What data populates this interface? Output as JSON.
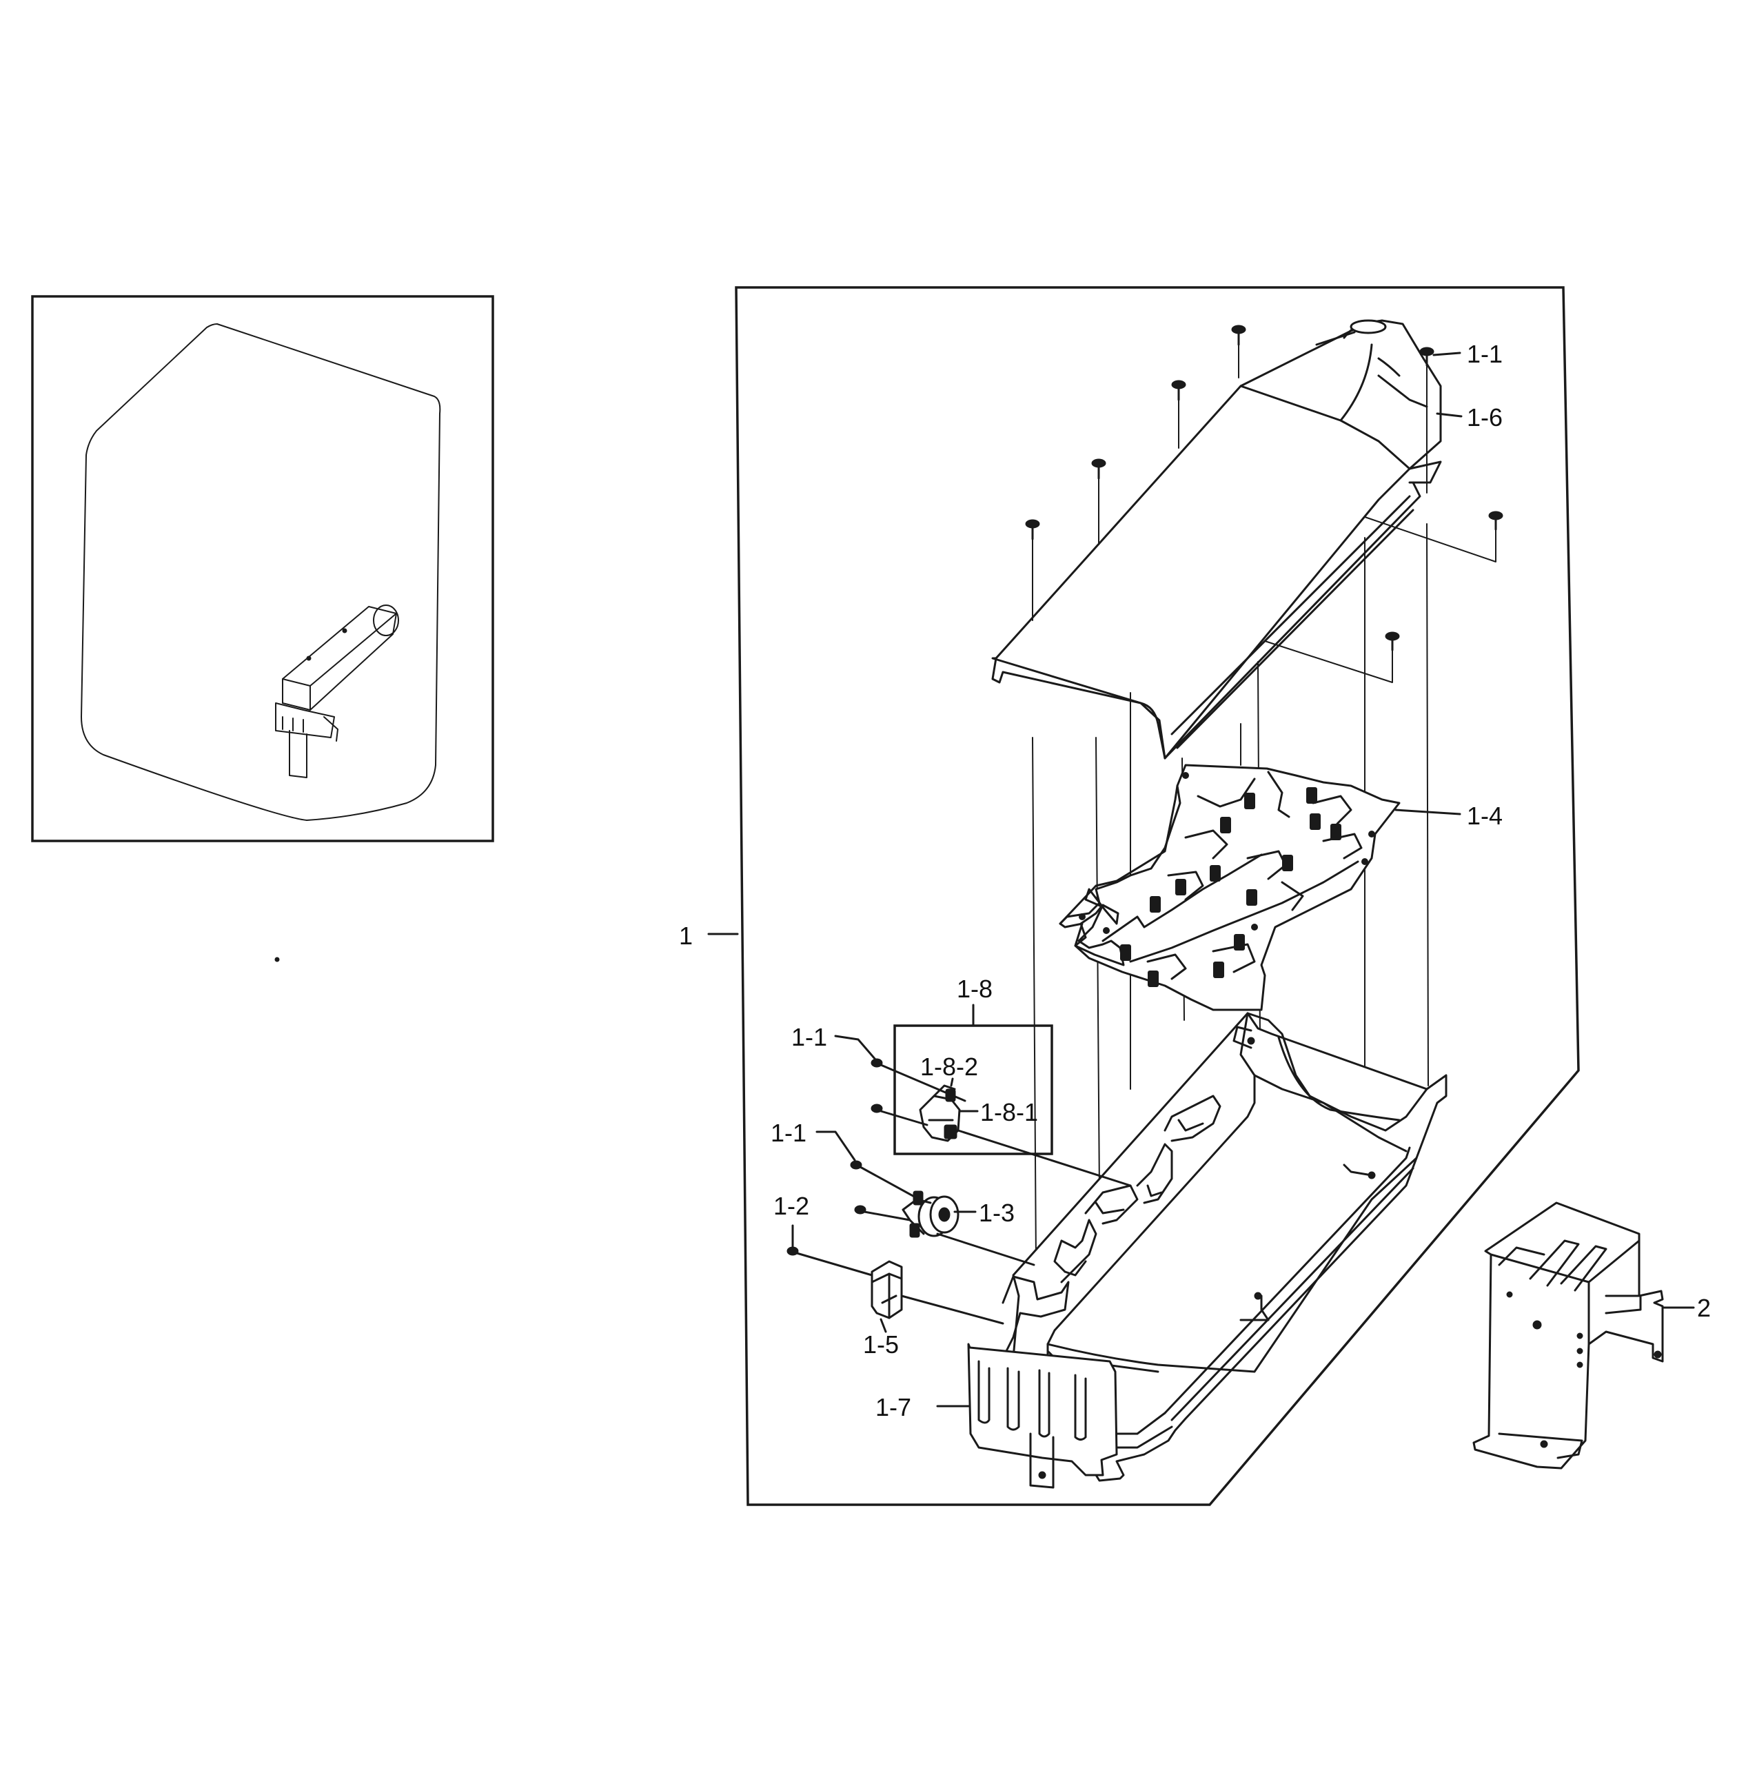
{
  "callouts": [
    {
      "id": "1",
      "text": "1"
    },
    {
      "id": "1-1",
      "text": "1-1"
    },
    {
      "id": "1-1",
      "text": "1-1"
    },
    {
      "id": "1-1",
      "text": "1-1"
    },
    {
      "id": "1-2",
      "text": "1-2"
    },
    {
      "id": "1-3",
      "text": "1-3"
    },
    {
      "id": "1-4",
      "text": "1-4"
    },
    {
      "id": "1-5",
      "text": "1-5"
    },
    {
      "id": "1-6",
      "text": "1-6"
    },
    {
      "id": "1-7",
      "text": "1-7"
    },
    {
      "id": "1-8",
      "text": "1-8"
    },
    {
      "id": "1-8-1",
      "text": "1-8-1"
    },
    {
      "id": "1-8-2",
      "text": "1-8-2"
    },
    {
      "id": "2",
      "text": "2"
    }
  ]
}
